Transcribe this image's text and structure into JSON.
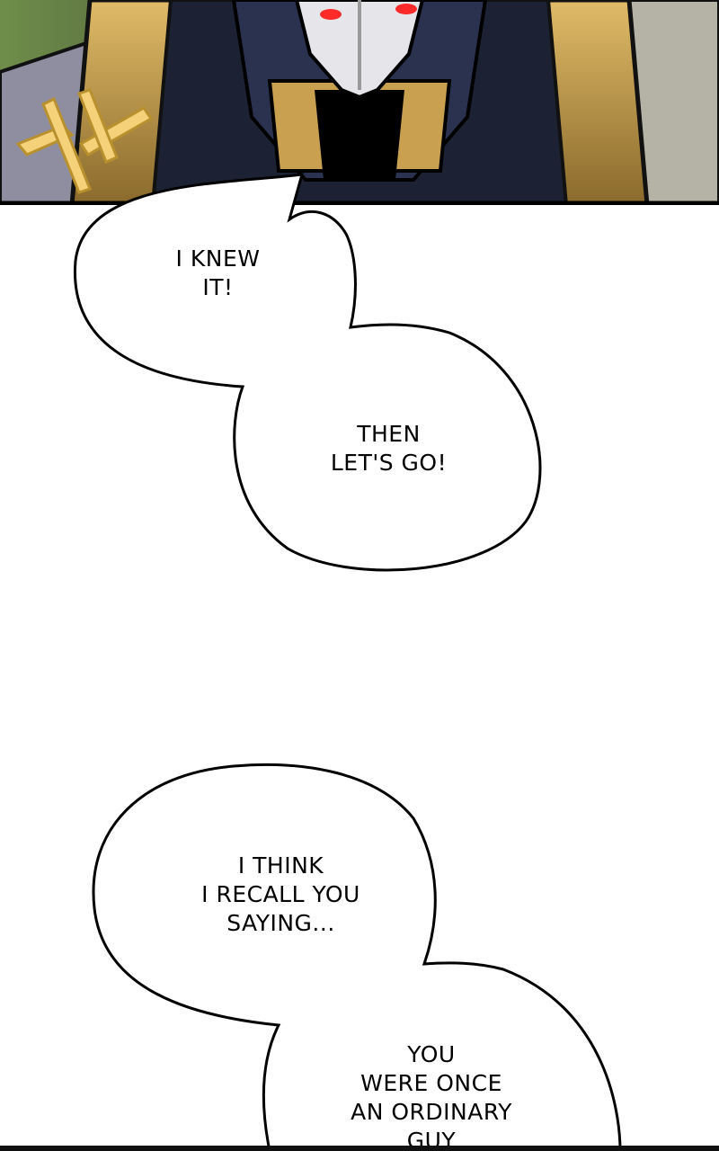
{
  "panel": {
    "colors": {
      "armor_gold": "#c9a050",
      "armor_dark": "#1c2233",
      "helmet_white": "#e6e6ea",
      "eye_red": "#ff2a2a",
      "foliage": "#7d9a58",
      "shoulder_steel": "#8e8ea0",
      "sparkle_gold": "#f5d27a"
    },
    "icons": [
      "sparkle-cross-icon"
    ]
  },
  "bubbles": [
    {
      "id": "bubble-1",
      "text": "I KNEW\nIT!"
    },
    {
      "id": "bubble-2",
      "text": "THEN\nLET'S GO!"
    },
    {
      "id": "bubble-3",
      "text": "I THINK\nI RECALL YOU\nSAYING..."
    },
    {
      "id": "bubble-4",
      "text": "YOU\nWERE ONCE\nAN ORDINARY\nGUY"
    }
  ]
}
